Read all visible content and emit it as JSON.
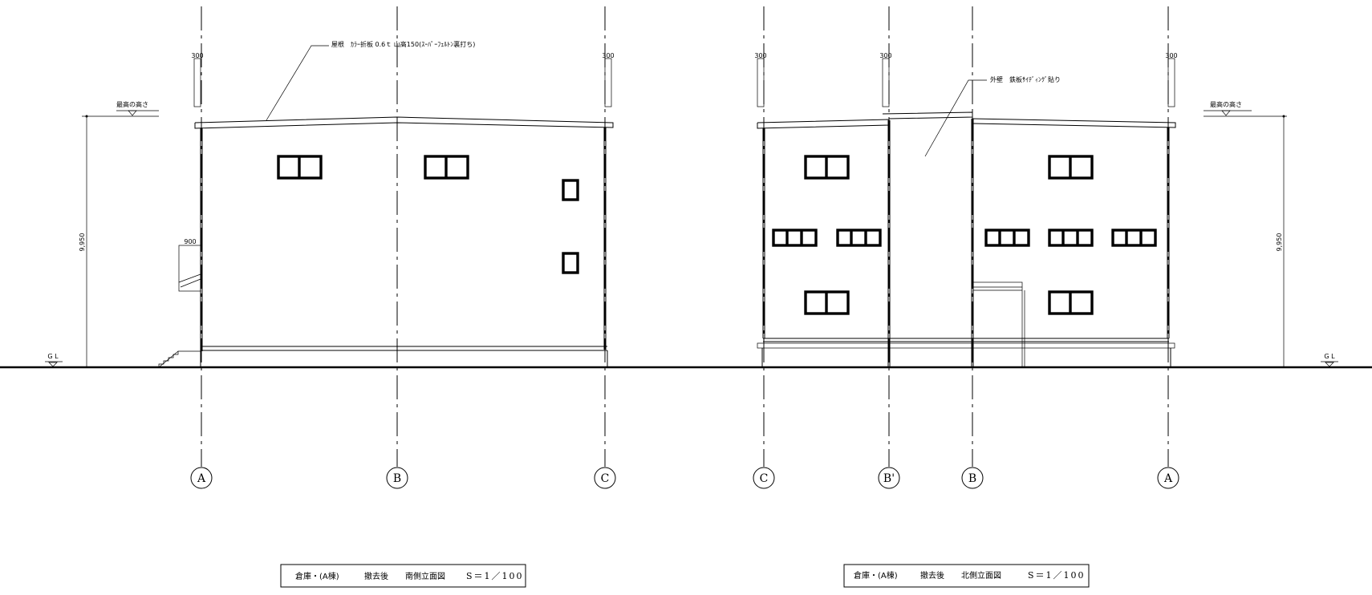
{
  "south": {
    "axes": [
      "A",
      "B",
      "C"
    ],
    "dims_top": [
      "300",
      "300"
    ],
    "top_label": "最高の高さ",
    "gl": "G L",
    "height_dim": "9,950",
    "side_dim": "900",
    "roof_note": "屋根　ｶﾗｰ折板 0.6ｔ 山高150(ｽｰﾊﾟｰﾌｪﾙﾄﾝ裏打ち)",
    "title": {
      "name": "倉庫・(A棟)",
      "phase": "撤去後",
      "view": "南側立面図",
      "scale": "S＝1／100"
    }
  },
  "north": {
    "axes": [
      "C",
      "B'",
      "B",
      "A"
    ],
    "dims_top": [
      "300",
      "300",
      "300"
    ],
    "top_label": "最高の高さ",
    "gl": "G L",
    "height_dim": "9,950",
    "wall_note": "外壁　鉄板ｻｲﾃﾞｨﾝｸﾞ貼り",
    "title": {
      "name": "倉庫・(A棟)",
      "phase": "撤去後",
      "view": "北側立面図",
      "scale": "S＝1／100"
    }
  }
}
